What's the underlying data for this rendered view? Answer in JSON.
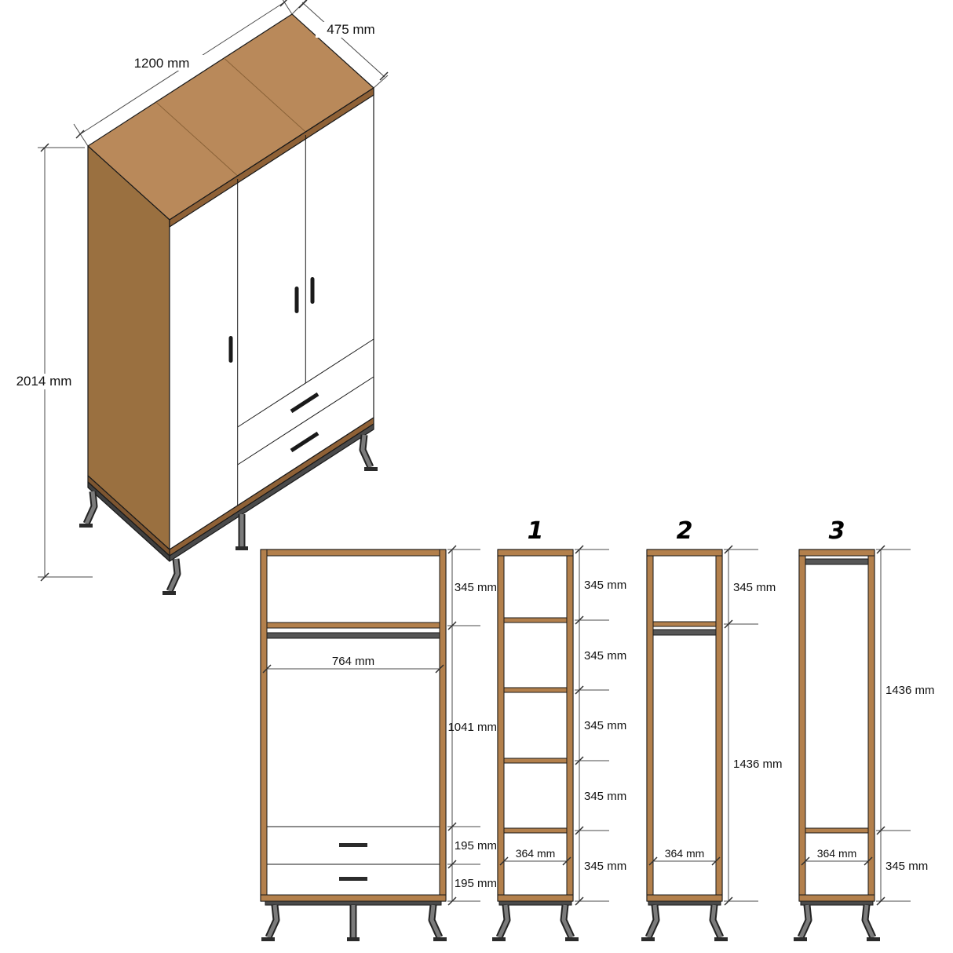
{
  "iso": {
    "width": "1200 mm",
    "depth": "475 mm",
    "height": "2014 mm"
  },
  "main": {
    "top_section": "345 mm",
    "rod_width": "764 mm",
    "hanging_section": "1041 mm",
    "drawer_top": "195 mm",
    "drawer_bottom": "195 mm"
  },
  "unit1": {
    "label": "1",
    "s1": "345 mm",
    "s2": "345 mm",
    "s3": "345 mm",
    "s4": "345 mm",
    "s5": "345 mm",
    "width": "364 mm"
  },
  "unit2": {
    "label": "2",
    "top_section": "345 mm",
    "tall_section": "1436 mm",
    "width": "364 mm"
  },
  "unit3": {
    "label": "3",
    "tall_section": "1436 mm",
    "bottom_section": "345 mm",
    "width": "364 mm"
  },
  "colors": {
    "walnut": "#b3804c",
    "walnut_top": "#b9895a",
    "walnut_side": "#9a7040",
    "walnut_edge": "#8f6136",
    "metal": "#4a4a4a",
    "outline": "#1a1a1a",
    "white": "#ffffff"
  }
}
